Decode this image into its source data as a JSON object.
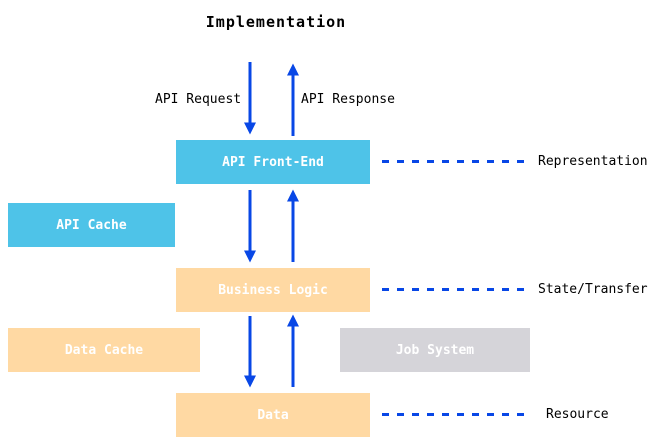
{
  "diagram": {
    "title": "Implementation",
    "flow_labels": {
      "request": "API Request",
      "response": "API Response"
    },
    "boxes": {
      "api_front_end": {
        "label": "API Front-End",
        "color": "#4ec3e8"
      },
      "api_cache": {
        "label": "API Cache",
        "color": "#4ec3e8"
      },
      "business_logic": {
        "label": "Business Logic",
        "color": "#ffd9a3"
      },
      "data_cache": {
        "label": "Data Cache",
        "color": "#ffd9a3"
      },
      "job_system": {
        "label": "Job System",
        "color": "#d5d4d9"
      },
      "data": {
        "label": "Data",
        "color": "#ffd9a3"
      }
    },
    "layer_annotations": {
      "representation": "Representation",
      "state_transfer": "State/Transfer",
      "resource": "Resource"
    },
    "colors": {
      "arrow_blue": "#0847e6",
      "box_cyan": "#4ec3e8",
      "box_orange": "#ffd9a3",
      "box_gray": "#d5d4d9",
      "text_on_box": "#ffffff",
      "text_black": "#000000"
    }
  }
}
